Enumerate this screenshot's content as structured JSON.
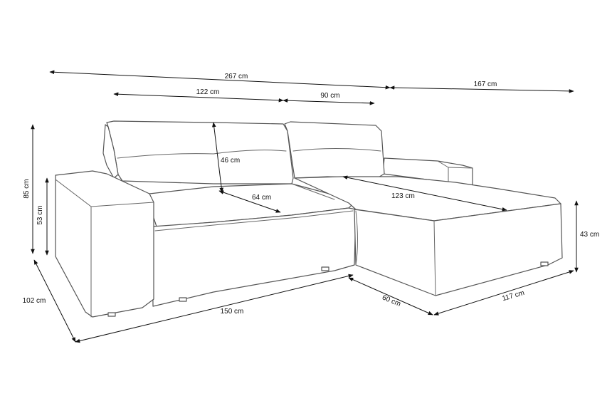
{
  "dimensions": {
    "total_width": "267 cm",
    "chaise_width": "167 cm",
    "back_left": "122 cm",
    "back_right": "90 cm",
    "back_height": "46 cm",
    "seat_depth": "64 cm",
    "chaise_seat_length": "123 cm",
    "total_height": "85 cm",
    "arm_height": "53 cm",
    "chaise_height": "43 cm",
    "total_depth": "102 cm",
    "front_length": "150 cm",
    "chaise_front": "60 cm",
    "chaise_side": "117 cm"
  }
}
